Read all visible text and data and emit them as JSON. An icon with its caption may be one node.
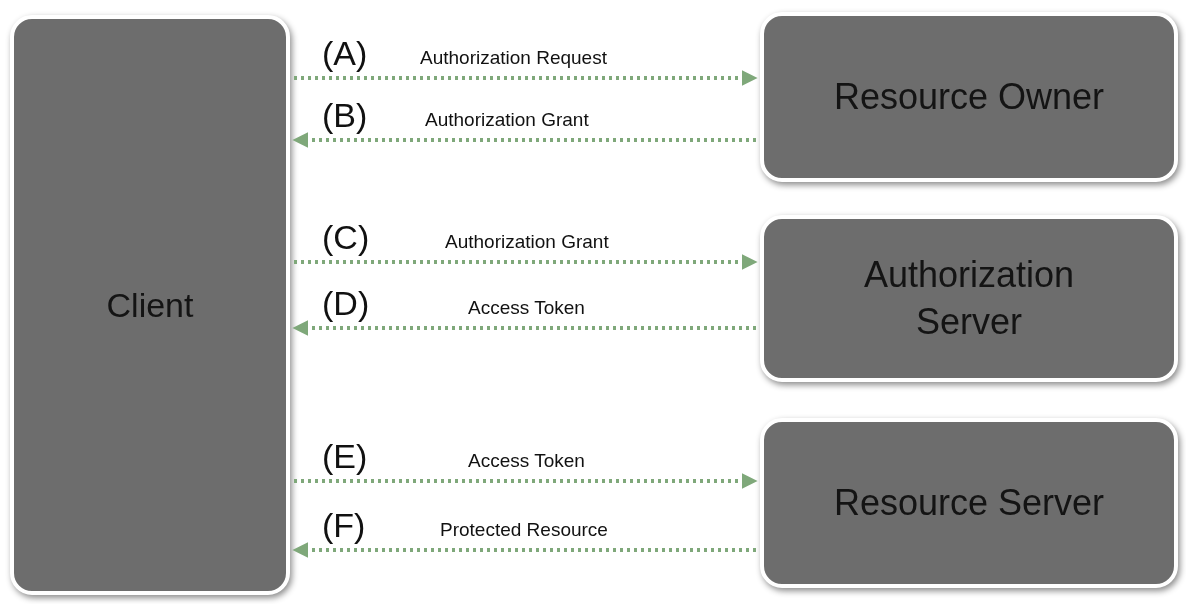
{
  "diagram": {
    "nodes": [
      {
        "text": [
          "Client"
        ]
      },
      {
        "text": [
          "Resource Owner"
        ]
      },
      {
        "text": [
          "Authorization Server"
        ]
      },
      {
        "text": [
          "Resource Server"
        ]
      }
    ],
    "edges": [
      {
        "from": 0,
        "to": 1,
        "arrow": "to",
        "label": "Authorization Request",
        "style": "dashed"
      },
      {
        "from": 1,
        "to": 0,
        "arrow": "to",
        "label": "Authorization Grant",
        "style": "dashed"
      },
      {
        "from": 0,
        "to": 2,
        "arrow": "to",
        "label": "Authorization Grant",
        "style": "dashed"
      },
      {
        "from": 2,
        "to": 0,
        "arrow": "to",
        "label": "Access Token",
        "style": "dashed"
      },
      {
        "from": 0,
        "to": 3,
        "arrow": "to",
        "label": "Access Token",
        "style": "dashed"
      },
      {
        "from": 3,
        "to": 0,
        "arrow": "to",
        "label": "Protected Resource",
        "style": "dashed"
      }
    ],
    "labels": [
      "(A)",
      "(B)",
      "(C)",
      "(D)",
      "(E)",
      "(F)"
    ]
  }
}
